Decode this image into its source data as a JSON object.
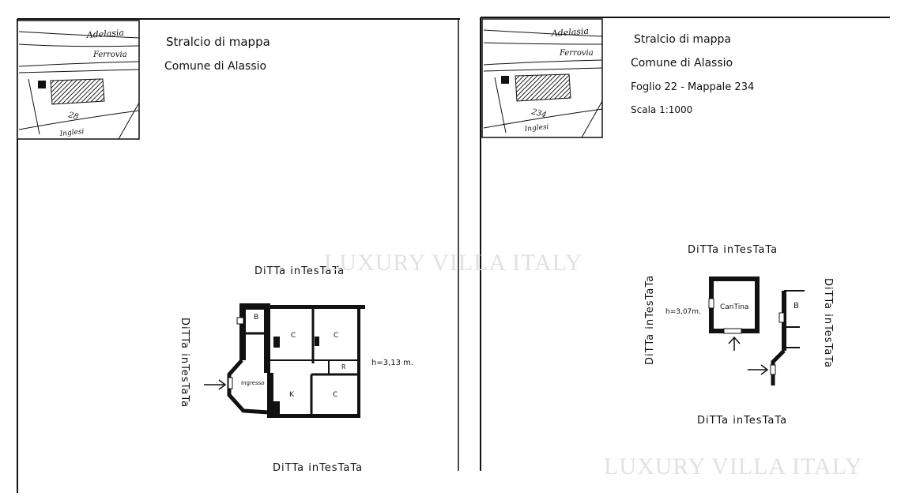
{
  "left_sheet": {
    "title_lines": [
      "Stralcio di mappa",
      "Comune di Alassio"
    ],
    "map_labels": {
      "street_top": "Adelasia",
      "railway": "Ferrovia",
      "parcel": "28",
      "street_bottom": "Inglesi"
    },
    "owner_label_top": "DiTTa inTesTaTa",
    "owner_label_left": "DiTTa inTesTaTa",
    "owner_label_bottom": "DiTTa inTesTaTa",
    "height_note": "h=3,13 m.",
    "rooms": [
      "B",
      "C",
      "C",
      "R",
      "K",
      "C"
    ],
    "entrance_label": "Ingresso"
  },
  "right_sheet": {
    "title_lines": [
      "Stralcio di mappa",
      "Comune di Alassio",
      "Foglio 22 - Mappale 234",
      "Scala 1:1000"
    ],
    "map_labels": {
      "street_top": "Adelasia",
      "railway": "Ferrovia",
      "parcel": "234",
      "street_bottom": "Inglesi"
    },
    "owner_label_top": "DiTTa inTesTaTa",
    "owner_label_left": "DiTTa inTesTaTa",
    "owner_label_right": "DiTTa inTesTaTa",
    "owner_label_bottom": "DiTTa inTesTaTa",
    "height_note": "h=3,07m.",
    "cellar_label": "CanTina",
    "bath_label": "B"
  },
  "watermark": "LUXURY VILLA ITALY",
  "colors": {
    "ink": "#111111",
    "hatch": "#222222",
    "watermark": "#e2e2e2"
  }
}
